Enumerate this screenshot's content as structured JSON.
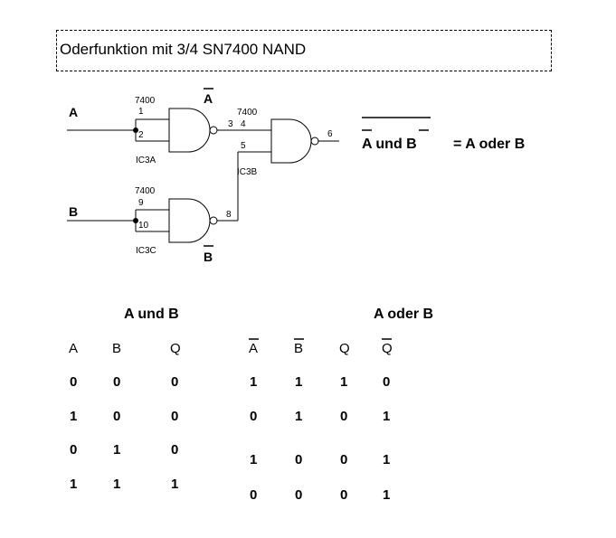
{
  "title": "Oderfunktion mit 3/4 SN7400 NAND",
  "circuit": {
    "inputs": {
      "a": "A",
      "b": "B"
    },
    "gates": [
      {
        "part": "7400",
        "pin_in_1": "1",
        "pin_in_2": "2",
        "label": "IC3A"
      },
      {
        "part": "7400",
        "pin_in_1": "3",
        "pin_in_2": "4",
        "pin_in_3": "5",
        "pin_out": "6",
        "label": "IC3B"
      },
      {
        "part": "7400",
        "pin_in_1": "9",
        "pin_in_2": "10",
        "pin_out": "8",
        "label": "IC3C"
      }
    ],
    "inverted_a": "A",
    "inverted_b": "B",
    "equation": {
      "left": "A und B",
      "right": "= A oder B"
    }
  },
  "table_und": {
    "heading": "A und B",
    "columns": [
      "A",
      "B",
      "Q"
    ],
    "rows": [
      [
        "0",
        "0",
        "0"
      ],
      [
        "1",
        "0",
        "0"
      ],
      [
        "0",
        "1",
        "0"
      ],
      [
        "1",
        "1",
        "1"
      ]
    ]
  },
  "table_oder": {
    "heading": "A oder B",
    "columns": [
      "A",
      "B",
      "Q",
      "Q"
    ],
    "rows": [
      [
        "1",
        "1",
        "1",
        "0"
      ],
      [
        "0",
        "1",
        "0",
        "1"
      ],
      [
        "1",
        "0",
        "0",
        "1"
      ],
      [
        "0",
        "0",
        "0",
        "1"
      ]
    ]
  }
}
